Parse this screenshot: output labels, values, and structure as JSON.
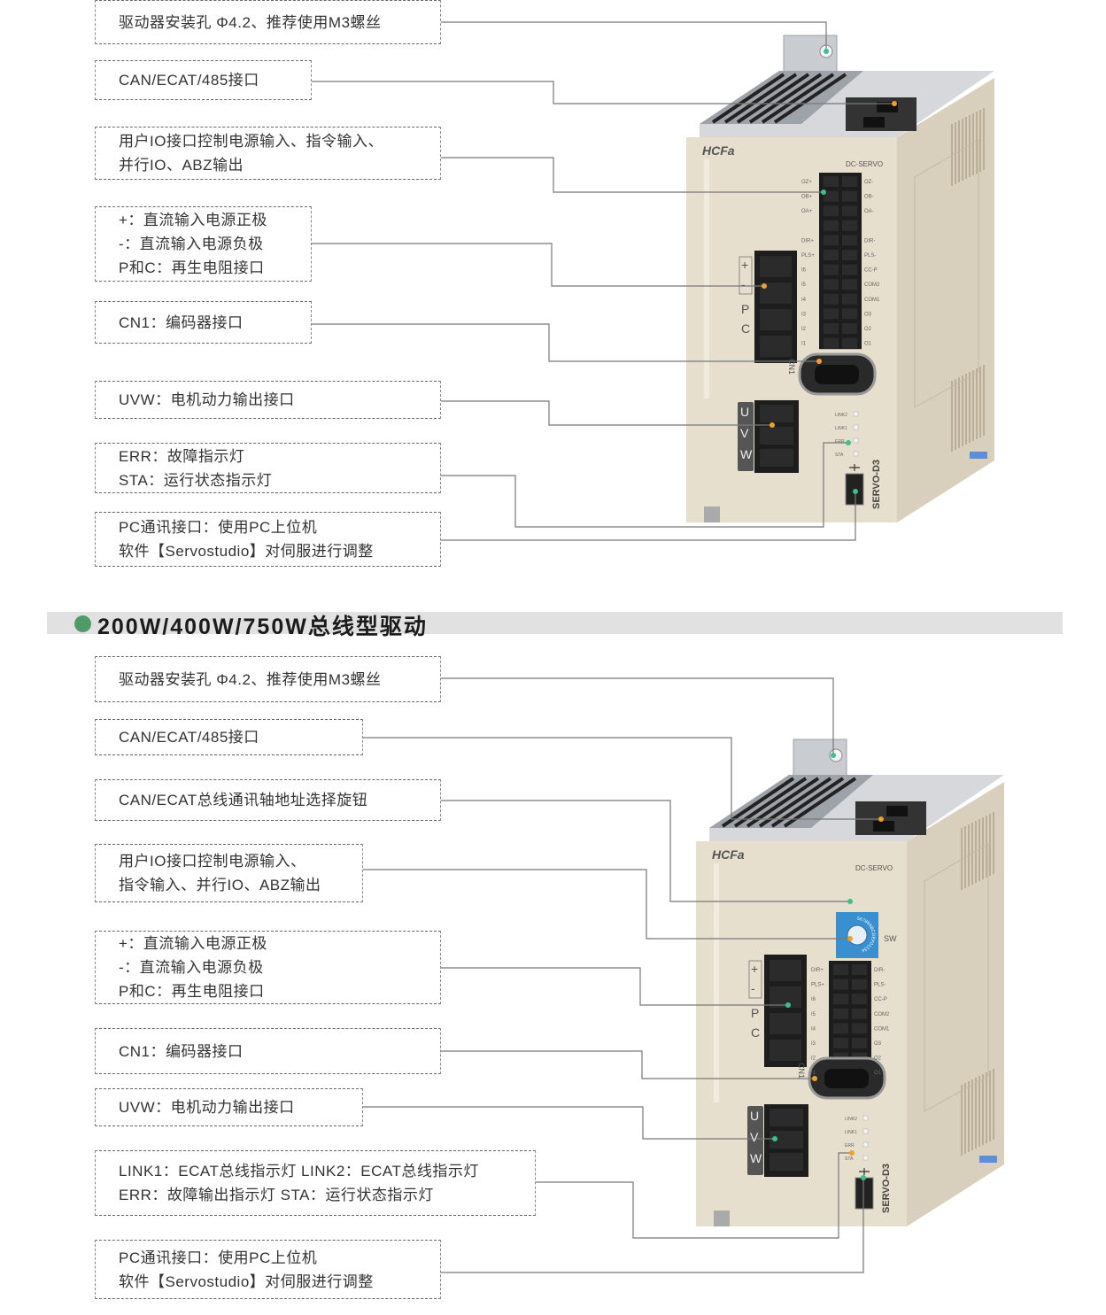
{
  "section1": {
    "callouts": [
      {
        "lines": [
          "驱动器安装孔 Φ4.2、推荐使用M3螺丝"
        ]
      },
      {
        "lines": [
          "CAN/ECAT/485接口"
        ]
      },
      {
        "lines": [
          "用户IO接口控制电源输入、指令输入、",
          "并行IO、ABZ输出"
        ]
      },
      {
        "lines": [
          "+：直流输入电源正极",
          "-：直流输入电源负极",
          "P和C：再生电阻接口"
        ]
      },
      {
        "lines": [
          "CN1：编码器接口"
        ]
      },
      {
        "lines": [
          "UVW：电机动力输出接口"
        ]
      },
      {
        "lines": [
          "ERR：故障指示灯",
          "STA：运行状态指示灯"
        ]
      },
      {
        "lines": [
          "PC通讯接口：使用PC上位机",
          "软件【Servostudio】对伺服进行调整"
        ]
      }
    ]
  },
  "header": {
    "title": "200W/400W/750W总线型驱动",
    "dot_color": "#4f9a67"
  },
  "section2": {
    "callouts": [
      {
        "lines": [
          "驱动器安装孔 Φ4.2、推荐使用M3螺丝"
        ]
      },
      {
        "lines": [
          "CAN/ECAT/485接口"
        ]
      },
      {
        "lines": [
          "CAN/ECAT总线通讯轴地址选择旋钮"
        ]
      },
      {
        "lines": [
          "用户IO接口控制电源输入、",
          "指令输入、并行IO、ABZ输出"
        ]
      },
      {
        "lines": [
          "+：直流输入电源正极",
          "-：直流输入电源负极",
          "P和C：再生电阻接口"
        ]
      },
      {
        "lines": [
          "CN1：编码器接口"
        ]
      },
      {
        "lines": [
          "UVW：电机动力输出接口"
        ]
      },
      {
        "lines": [
          "LINK1：ECAT总线指示灯    LINK2：ECAT总线指示灯",
          "ERR：故障输出指示灯    STA：运行状态指示灯"
        ]
      },
      {
        "lines": [
          "PC通讯接口：使用PC上位机",
          "软件【Servostudio】对伺服进行调整"
        ]
      }
    ]
  },
  "device": {
    "logo": "HCFa",
    "series": "DC-SERVO",
    "model": "SERVO-D3",
    "sw_label": "SW",
    "cn1_label": "CN1",
    "power_labels": [
      "+",
      "-",
      "P",
      "C"
    ],
    "uvw_labels": [
      "U",
      "V",
      "W"
    ],
    "led_labels": [
      "LINK2",
      "LINK1",
      "ERR",
      "STA"
    ],
    "io_left_full": [
      "OZ+",
      "OB+",
      "OA+",
      "",
      "DIR+",
      "PLS+",
      "I6",
      "I5",
      "I4",
      "I3",
      "I2",
      "I1"
    ],
    "io_right_full": [
      "OZ-",
      "OB-",
      "OA-",
      "",
      "DIR-",
      "PLS-",
      "CC-P",
      "COM2",
      "COM1",
      "O3",
      "O2",
      "O1"
    ],
    "io_left_bus": [
      "DIR+",
      "PLS+",
      "I6",
      "I5",
      "I4",
      "I3",
      "I2",
      "I1"
    ],
    "io_right_bus": [
      "DIR-",
      "PLS-",
      "CC-P",
      "COM2",
      "COM1",
      "O3",
      "O2",
      "O1"
    ],
    "sw_digits": "56789ABCDEF01234"
  },
  "colors": {
    "leader": "#777777",
    "marker_green": "#3fbf8a",
    "marker_orange": "#f0a030",
    "body": "#e7dfcd",
    "side": "#d8cfbc"
  }
}
